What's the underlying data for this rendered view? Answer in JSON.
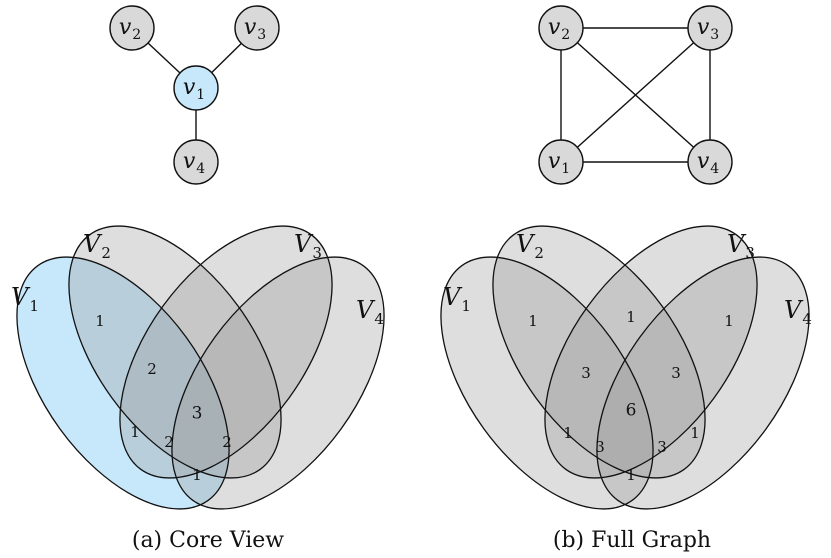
{
  "colors": {
    "node_default": "#d9d9d9",
    "node_highlight": "#c7e8fb",
    "core_fill": "#c7e8fb",
    "set_gray": "#999999",
    "outline": "#111111"
  },
  "panels": [
    {
      "id": "a",
      "caption": "(a) Core View",
      "graph": {
        "nodes": [
          {
            "id": "v1",
            "base": "v",
            "sub": "1",
            "highlight": true
          },
          {
            "id": "v2",
            "base": "v",
            "sub": "2",
            "highlight": false
          },
          {
            "id": "v3",
            "base": "v",
            "sub": "3",
            "highlight": false
          },
          {
            "id": "v4",
            "base": "v",
            "sub": "4",
            "highlight": false
          }
        ],
        "edges": [
          [
            "v1",
            "v2"
          ],
          [
            "v1",
            "v3"
          ],
          [
            "v1",
            "v4"
          ]
        ]
      },
      "venn": {
        "sets": [
          {
            "id": "V1",
            "base": "V",
            "sub": "1",
            "core": true
          },
          {
            "id": "V2",
            "base": "V",
            "sub": "2",
            "core": false
          },
          {
            "id": "V3",
            "base": "V",
            "sub": "3",
            "core": false
          },
          {
            "id": "V4",
            "base": "V",
            "sub": "4",
            "core": false
          }
        ],
        "regions": {
          "V1V2": "1",
          "V1V2V3": "2",
          "V1V2V3V4": "3",
          "V1V3": "1",
          "V1V3V4": "2",
          "V1V2V4": "2",
          "V1V4": "1"
        }
      }
    },
    {
      "id": "b",
      "caption": "(b) Full Graph",
      "graph": {
        "nodes": [
          {
            "id": "v1",
            "base": "v",
            "sub": "1",
            "highlight": false
          },
          {
            "id": "v2",
            "base": "v",
            "sub": "2",
            "highlight": false
          },
          {
            "id": "v3",
            "base": "v",
            "sub": "3",
            "highlight": false
          },
          {
            "id": "v4",
            "base": "v",
            "sub": "4",
            "highlight": false
          }
        ],
        "edges": [
          [
            "v1",
            "v2"
          ],
          [
            "v1",
            "v3"
          ],
          [
            "v1",
            "v4"
          ],
          [
            "v2",
            "v3"
          ],
          [
            "v2",
            "v4"
          ],
          [
            "v3",
            "v4"
          ]
        ]
      },
      "venn": {
        "sets": [
          {
            "id": "V1",
            "base": "V",
            "sub": "1",
            "core": false
          },
          {
            "id": "V2",
            "base": "V",
            "sub": "2",
            "core": false
          },
          {
            "id": "V3",
            "base": "V",
            "sub": "3",
            "core": false
          },
          {
            "id": "V4",
            "base": "V",
            "sub": "4",
            "core": false
          }
        ],
        "regions": {
          "V1V2": "1",
          "V2V3": "1",
          "V3V4": "1",
          "V1V2V3": "3",
          "V2V3V4": "3",
          "V1V2V3V4": "6",
          "V1V3": "1",
          "V1V3V4": "3",
          "V1V2V4": "3",
          "V2V4": "1",
          "V1V4": "1"
        }
      }
    }
  ]
}
